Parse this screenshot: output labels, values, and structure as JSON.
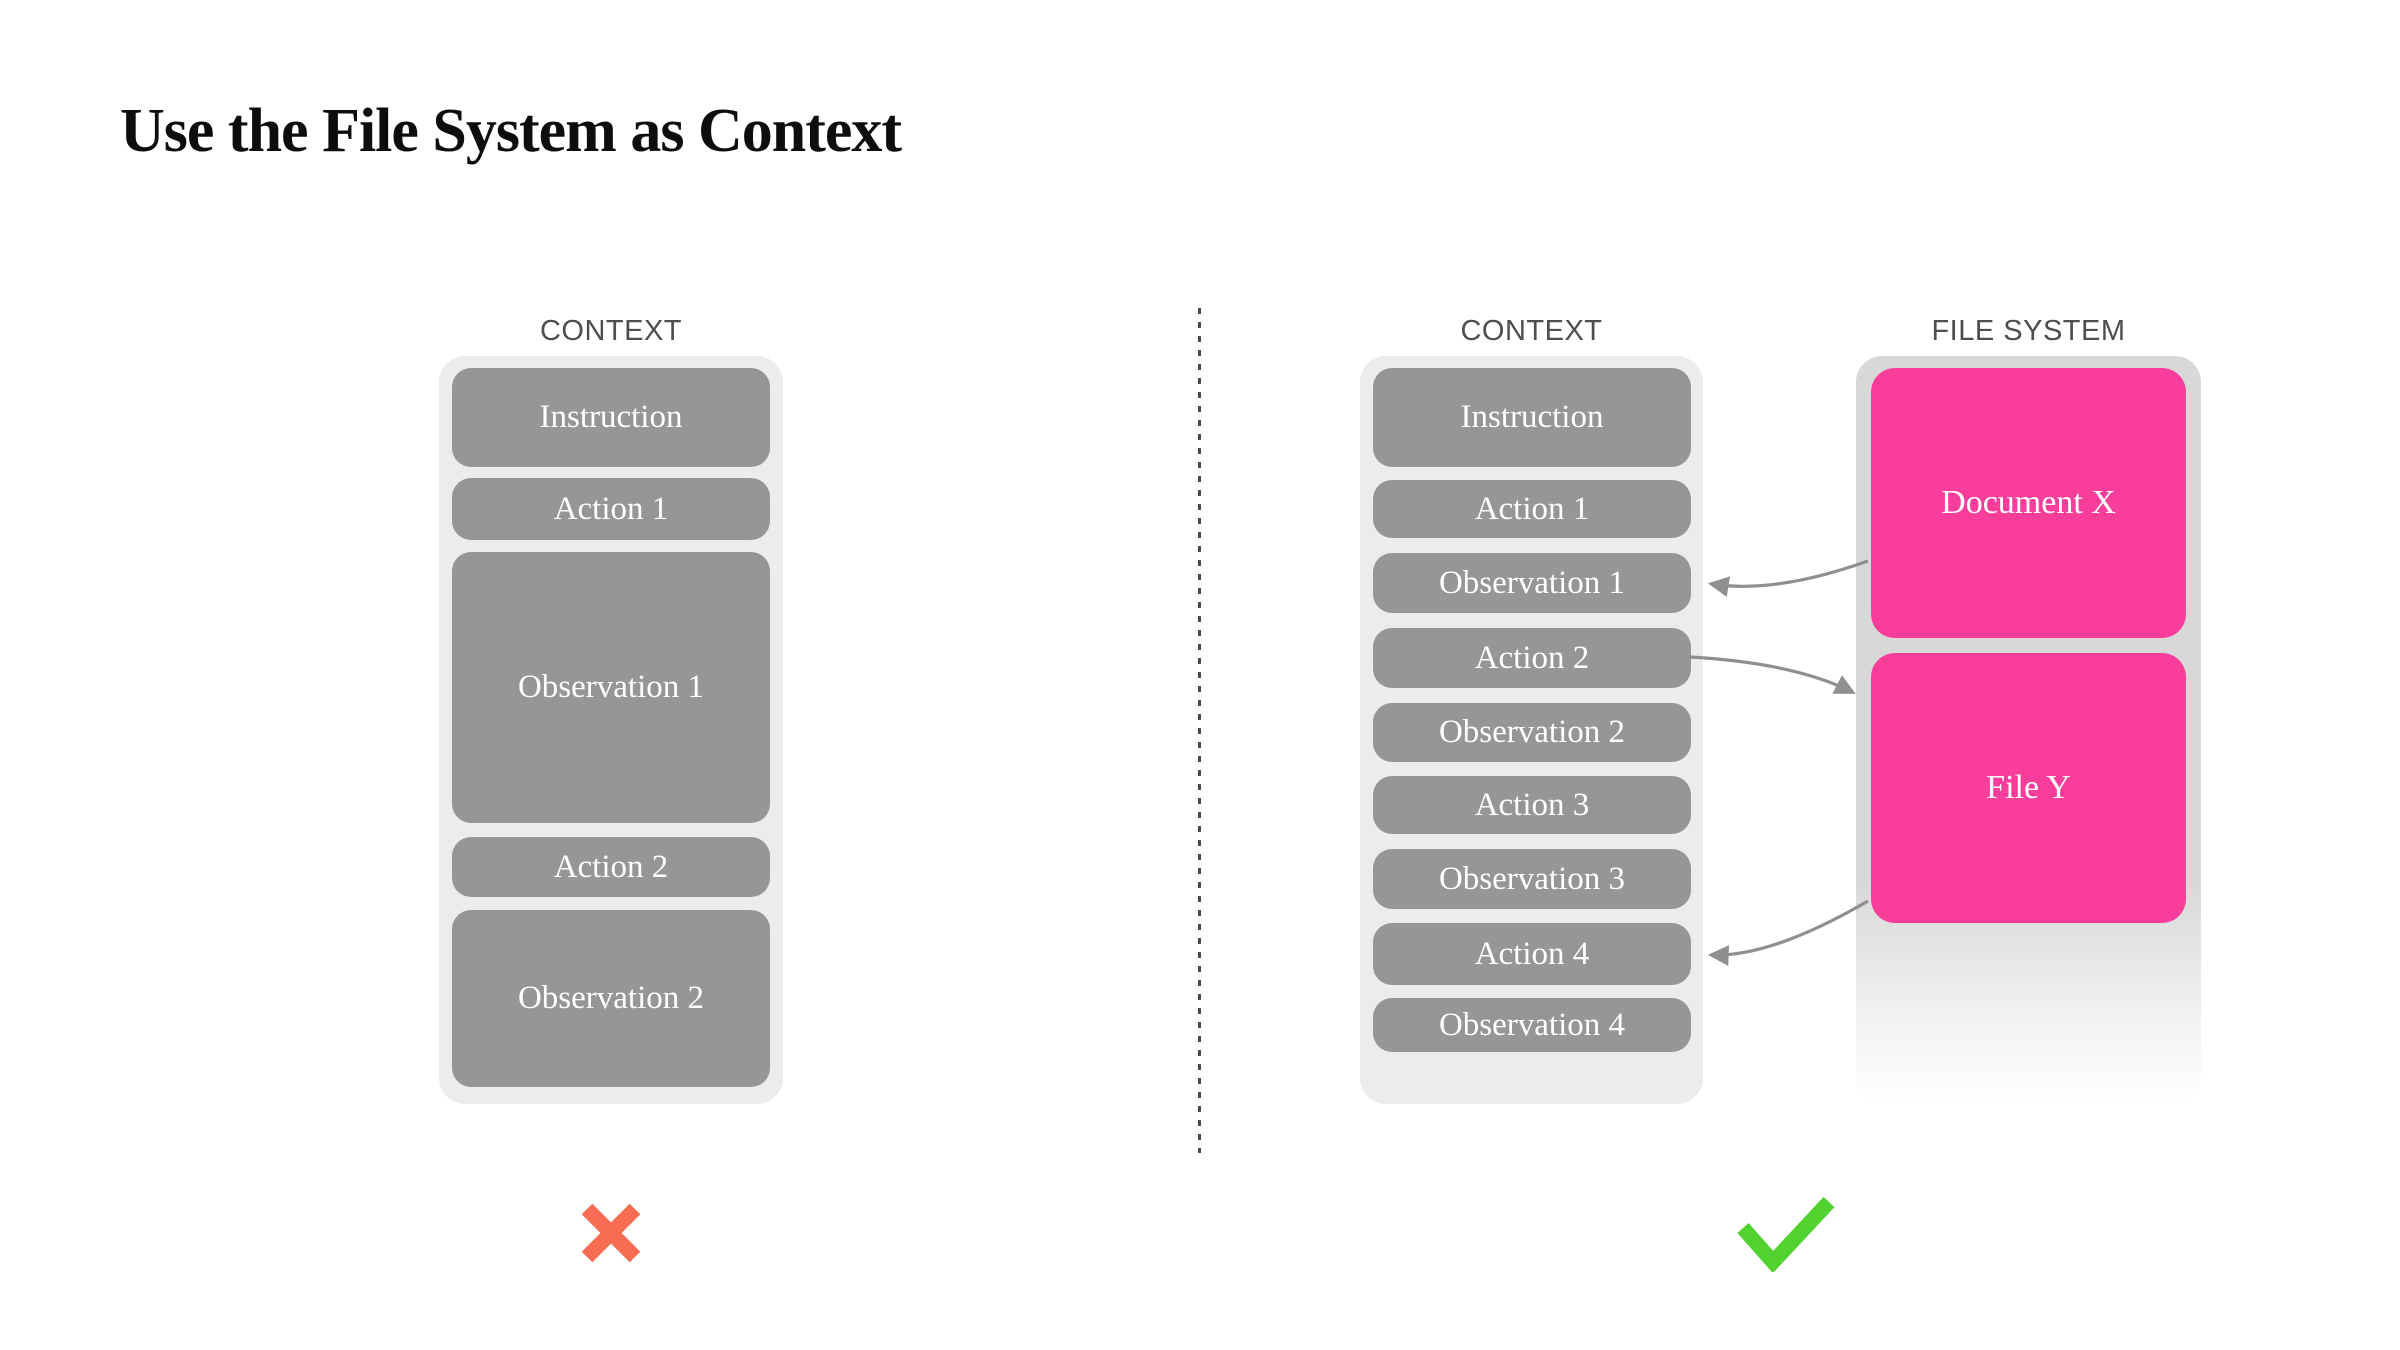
{
  "title": "Use the File System as Context",
  "left_panel": {
    "label": "CONTEXT",
    "blocks": [
      "Instruction",
      "Action 1",
      "Observation 1",
      "Action 2",
      "Observation 2"
    ]
  },
  "right_panel": {
    "label": "CONTEXT",
    "blocks": [
      "Instruction",
      "Action 1",
      "Observation 1",
      "Action 2",
      "Observation 2",
      "Action 3",
      "Observation 3",
      "Action 4",
      "Observation 4"
    ]
  },
  "file_system": {
    "label": "FILE SYSTEM",
    "items": [
      "Document X",
      "File Y"
    ]
  },
  "arrows": [
    {
      "from": "Document X",
      "to": "Observation 1"
    },
    {
      "from": "Action 2",
      "to": "File Y"
    },
    {
      "from": "File Y",
      "to": "Action 4"
    }
  ],
  "verdicts": {
    "left_icon": "cross-icon",
    "right_icon": "check-icon"
  },
  "colors": {
    "pink_block": "#f93d9b",
    "gray_block": "#969696",
    "context_panel": "#ececec",
    "file_system_panel": "#d8d8d8",
    "label_text": "#4e4e4e",
    "block_text": "#ffffff",
    "arrow": "#8f8f8f",
    "divider": "#4b4b4b",
    "cross": "#f76c52",
    "check": "#52d22e"
  }
}
